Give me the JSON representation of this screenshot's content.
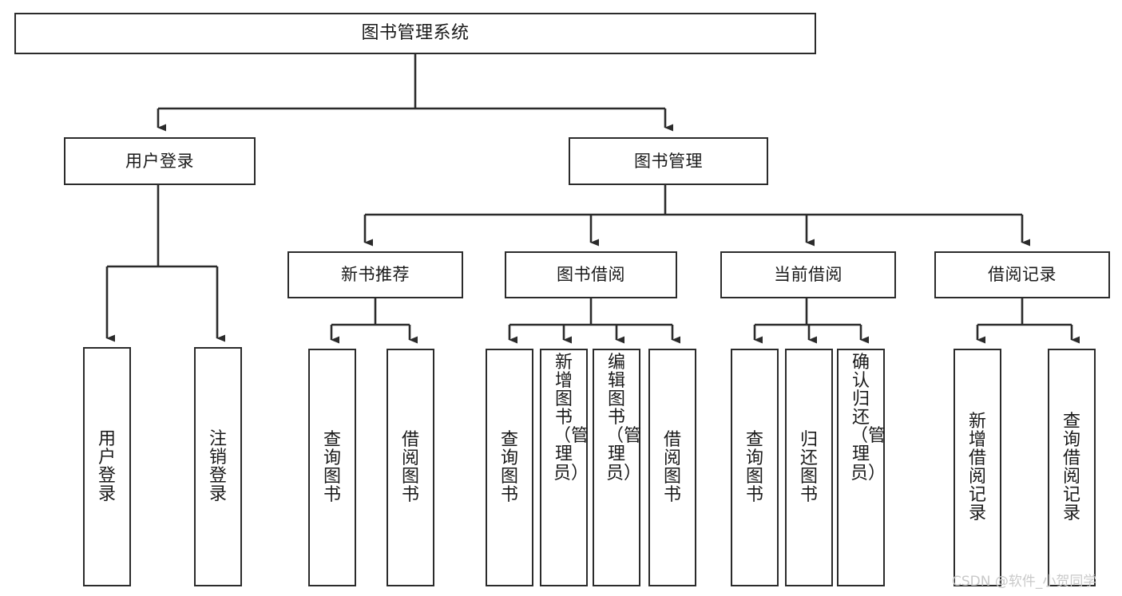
{
  "diagram": {
    "type": "tree-hierarchy-chart",
    "title": "图书管理系统",
    "colors": {
      "box_border": "#2b2b2b",
      "box_fill": "#ffffff",
      "edge": "#2b2b2b",
      "text": "#1a1a1a",
      "watermark": "#c9c9c9",
      "background": "#ffffff"
    },
    "root": {
      "label": "图书管理系统"
    },
    "level2": [
      {
        "id": "user-login",
        "label": "用户登录"
      },
      {
        "id": "book-manage",
        "label": "图书管理"
      }
    ],
    "level3": [
      {
        "id": "new-book-recommend",
        "label": "新书推荐"
      },
      {
        "id": "book-borrow",
        "label": "图书借阅"
      },
      {
        "id": "current-borrow",
        "label": "当前借阅"
      },
      {
        "id": "borrow-record",
        "label": "借阅记录"
      }
    ],
    "leaves": {
      "user_login": [
        {
          "id": "leaf-user-login",
          "label": "用户登录"
        },
        {
          "id": "leaf-logout-login",
          "label": "注销登录"
        }
      ],
      "new_book_recommend": [
        {
          "id": "leaf-query-book-1",
          "label": "查询图书"
        },
        {
          "id": "leaf-borrow-book-1",
          "label": "借阅图书"
        }
      ],
      "book_borrow": [
        {
          "id": "leaf-query-book-2",
          "label": "查询图书"
        },
        {
          "id": "leaf-add-book",
          "label": "新增图书（管理员）"
        },
        {
          "id": "leaf-edit-book",
          "label": "编辑图书（管理员）"
        },
        {
          "id": "leaf-borrow-book-2",
          "label": "借阅图书"
        }
      ],
      "current_borrow": [
        {
          "id": "leaf-query-book-3",
          "label": "查询图书"
        },
        {
          "id": "leaf-return-book",
          "label": "归还图书"
        },
        {
          "id": "leaf-confirm-return",
          "label": "确认归还（管理员）"
        }
      ],
      "borrow_record": [
        {
          "id": "leaf-add-record",
          "label": "新增借阅记录"
        },
        {
          "id": "leaf-query-record",
          "label": "查询借阅记录"
        }
      ]
    },
    "watermark": "CSDN @软件_小贺同学"
  }
}
